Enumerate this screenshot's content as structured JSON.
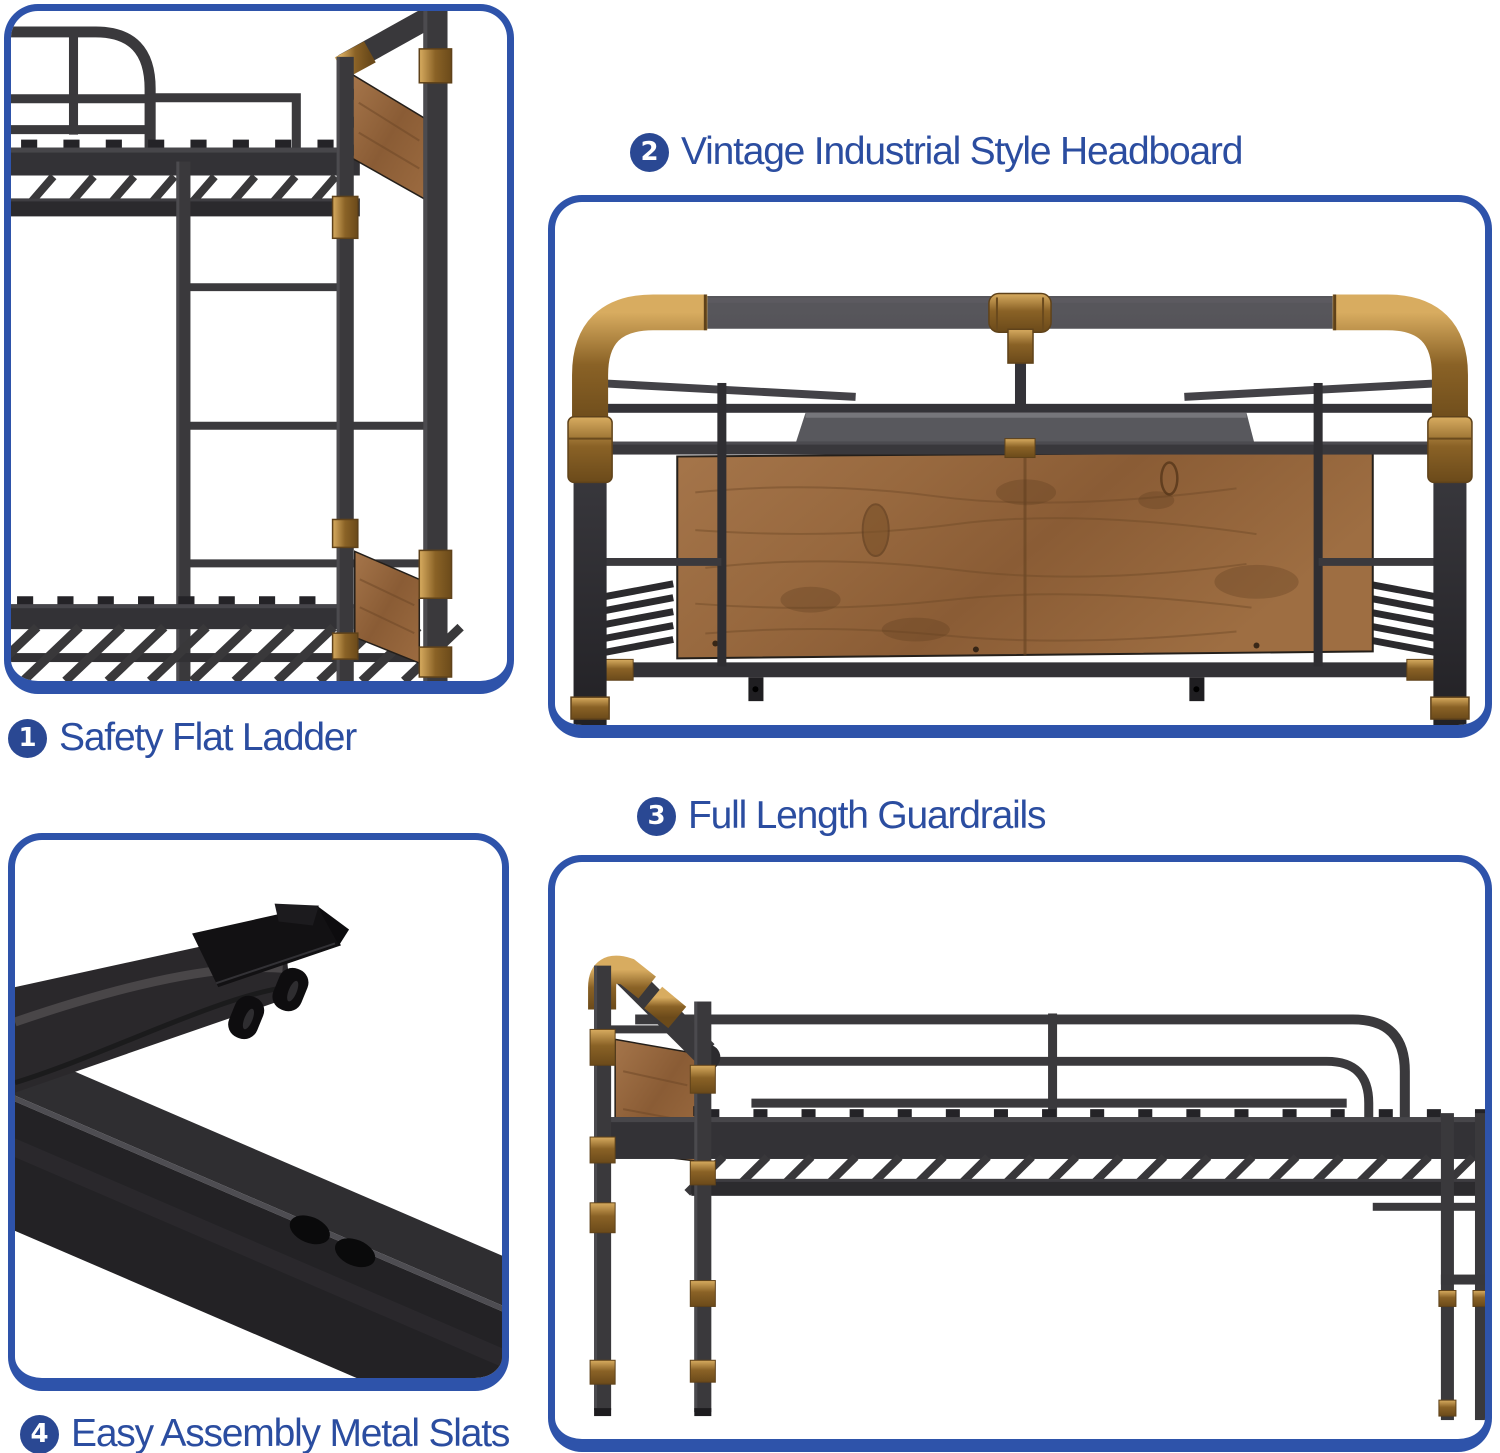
{
  "colors": {
    "panel_border": "#2e53aa",
    "label_text": "#2b4da0",
    "badge_fill": "#2a4893",
    "badge_number_color": "#ffffff",
    "background": "#ffffff",
    "metal_dark": "#39383b",
    "copper_accent": "#a07b36",
    "wood_brown": "#9a6a3e"
  },
  "features": [
    {
      "number": "1",
      "label": "Safety Flat Ladder"
    },
    {
      "number": "2",
      "label": "Vintage Industrial Style Headboard"
    },
    {
      "number": "3",
      "label": "Full Length Guardrails"
    },
    {
      "number": "4",
      "label": "Easy Assembly Metal Slats"
    }
  ]
}
